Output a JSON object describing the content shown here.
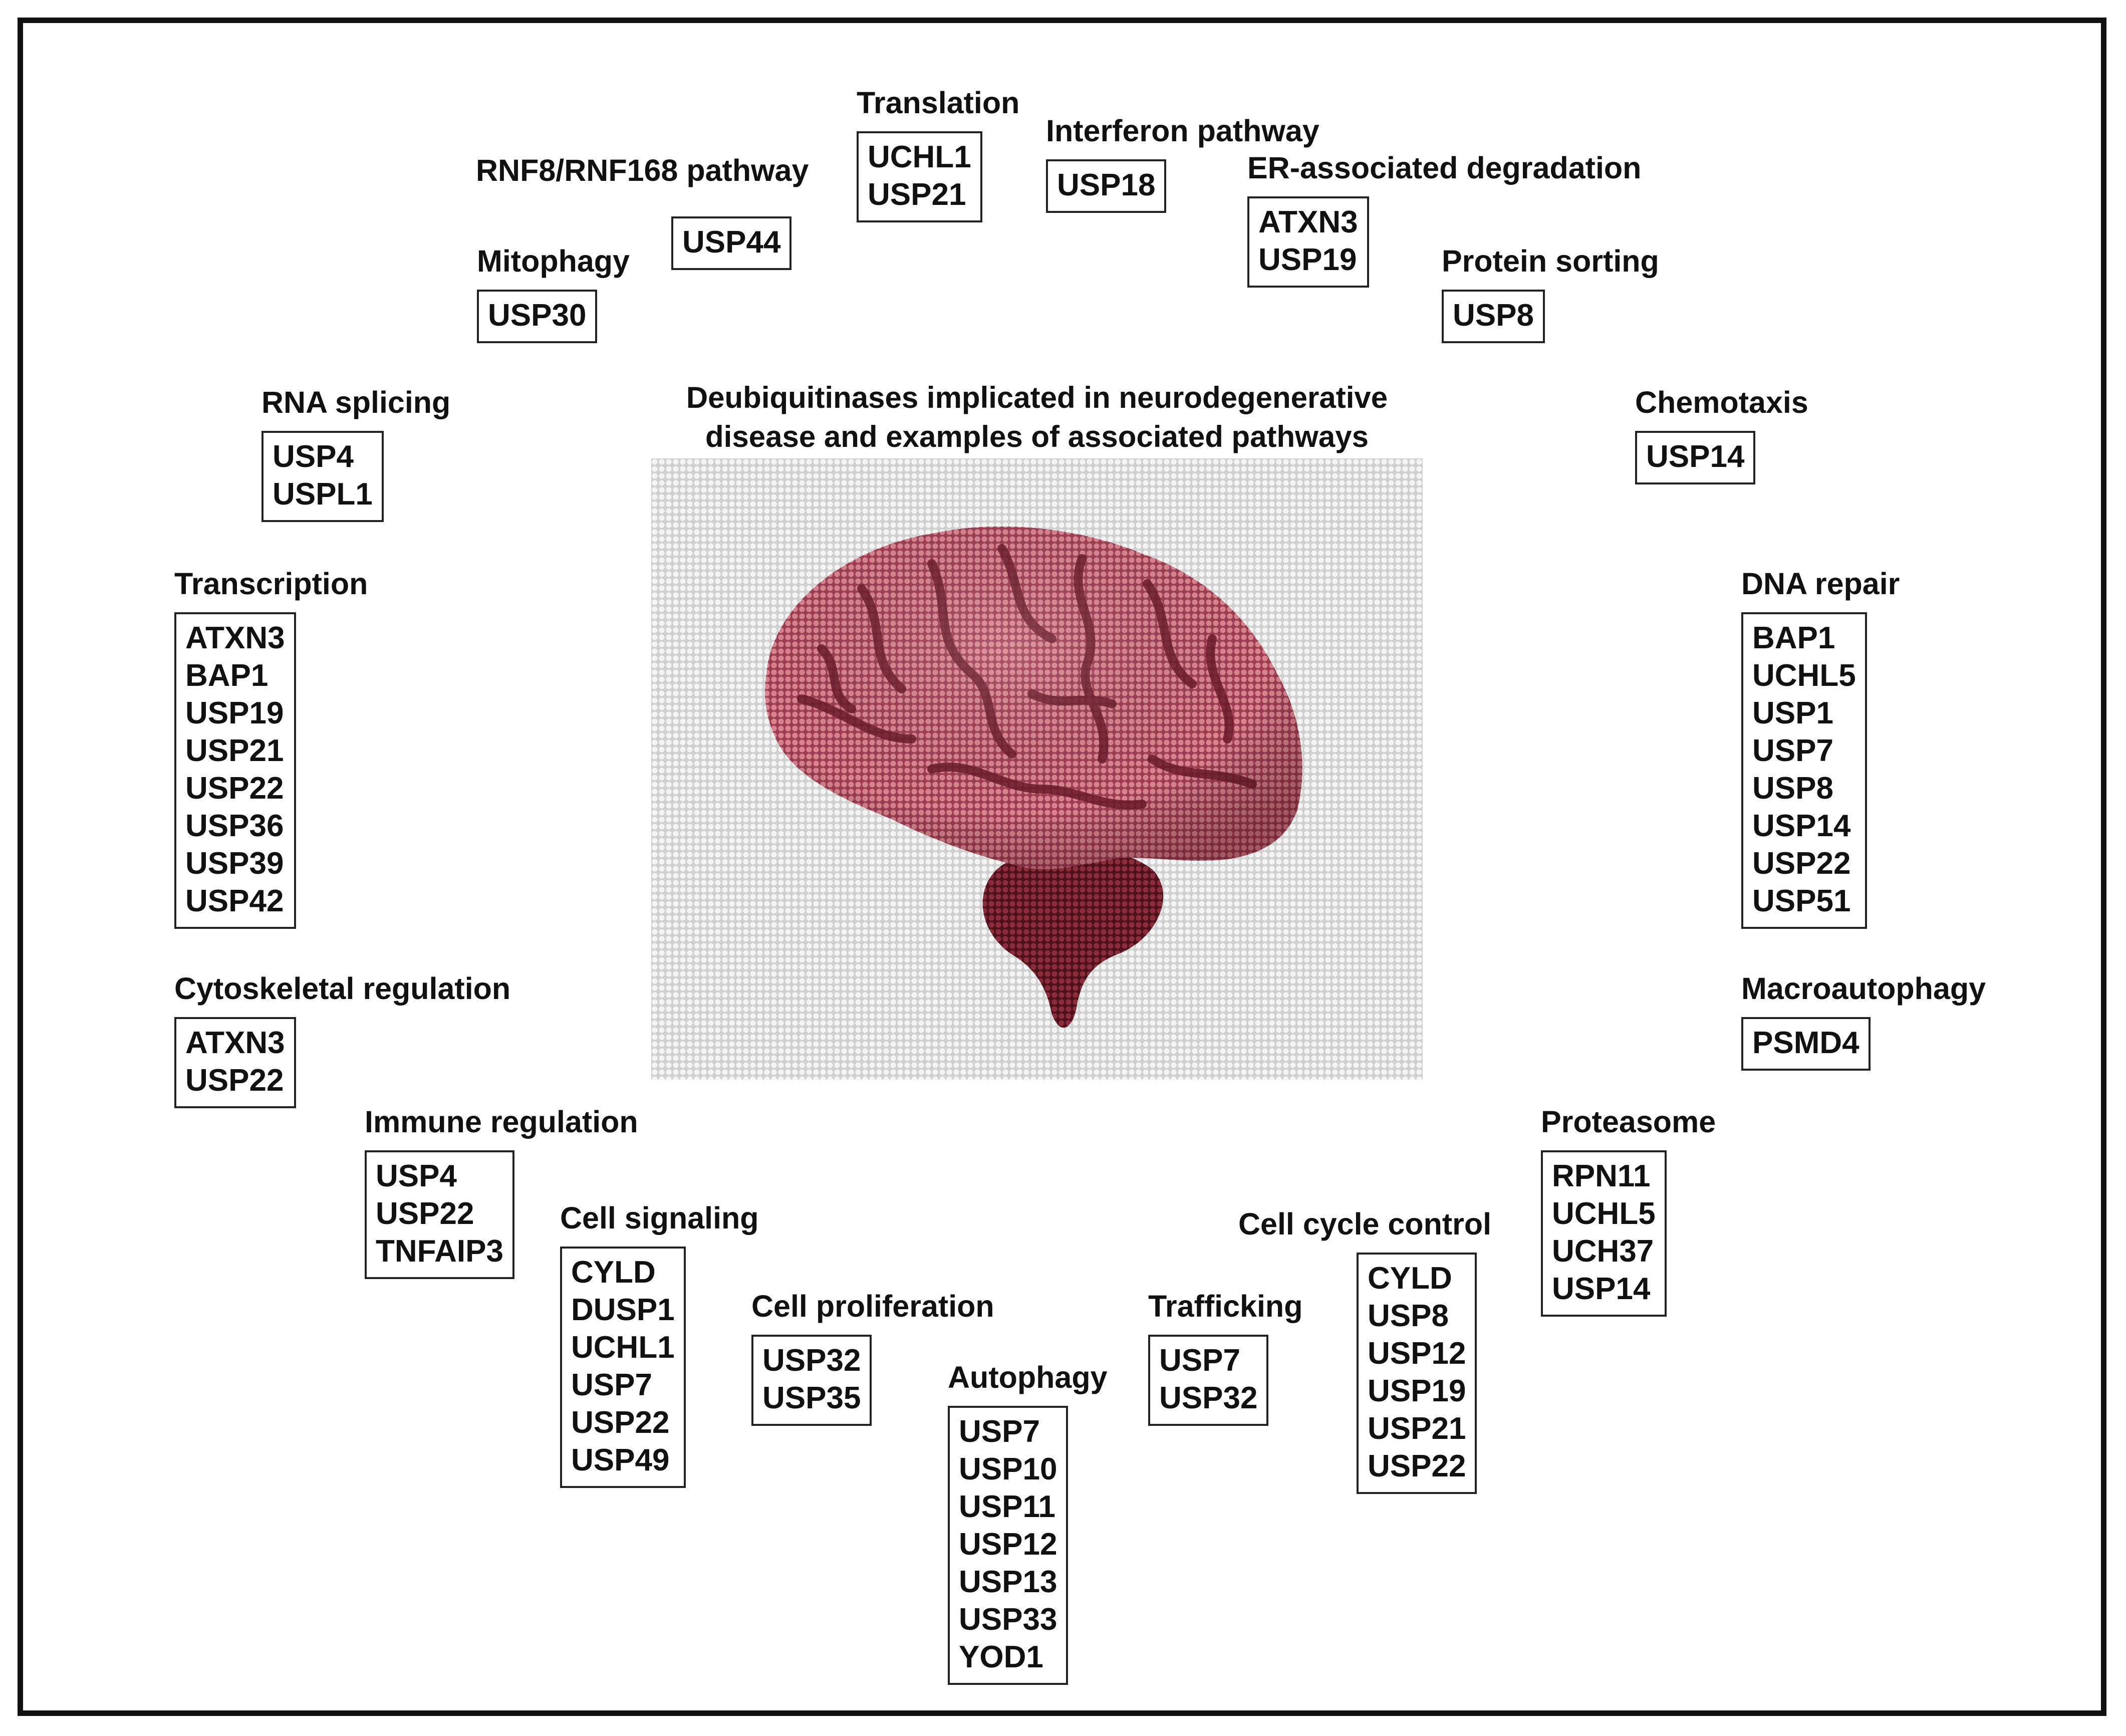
{
  "title": {
    "line1": "Deubiquitinases implicated in neurodegenerative",
    "line2": "disease and examples of associated pathways"
  },
  "colors": {
    "brain_pink": "#c86a7e",
    "brain_dark": "#7a1f30",
    "mosaic_bg": "#e4e4e4",
    "border": "#111111"
  },
  "pathways": {
    "translation": {
      "label": "Translation",
      "genes": [
        "UCHL1",
        "USP21"
      ]
    },
    "interferon": {
      "label": "Interferon pathway",
      "genes": [
        "USP18"
      ]
    },
    "rnf8": {
      "label": "RNF8/RNF168 pathway",
      "genes": [
        "USP44"
      ]
    },
    "erad": {
      "label": "ER-associated degradation",
      "genes": [
        "ATXN3",
        "USP19"
      ]
    },
    "mitophagy": {
      "label": "Mitophagy",
      "genes": [
        "USP30"
      ]
    },
    "protein_sorting": {
      "label": "Protein sorting",
      "genes": [
        "USP8"
      ]
    },
    "rna_splicing": {
      "label": "RNA splicing",
      "genes": [
        "USP4",
        "USPL1"
      ]
    },
    "chemotaxis": {
      "label": "Chemotaxis",
      "genes": [
        "USP14"
      ]
    },
    "transcription": {
      "label": "Transcription",
      "genes": [
        "ATXN3",
        "BAP1",
        "USP19",
        "USP21",
        "USP22",
        "USP36",
        "USP39",
        "USP42"
      ]
    },
    "dna_repair": {
      "label": "DNA repair",
      "genes": [
        "BAP1",
        "UCHL5",
        "USP1",
        "USP7",
        "USP8",
        "USP14",
        "USP22",
        "USP51"
      ]
    },
    "cytoskeletal": {
      "label": "Cytoskeletal regulation",
      "genes": [
        "ATXN3",
        "USP22"
      ]
    },
    "macroautophagy": {
      "label": "Macroautophagy",
      "genes": [
        "PSMD4"
      ]
    },
    "immune": {
      "label": "Immune regulation",
      "genes": [
        "USP4",
        "USP22",
        "TNFAIP3"
      ]
    },
    "proteasome": {
      "label": "Proteasome",
      "genes": [
        "RPN11",
        "UCHL5",
        "UCH37",
        "USP14"
      ]
    },
    "cell_signaling": {
      "label": "Cell signaling",
      "genes": [
        "CYLD",
        "DUSP1",
        "UCHL1",
        "USP7",
        "USP22",
        "USP49"
      ]
    },
    "cell_cycle": {
      "label": "Cell cycle control",
      "genes": [
        "CYLD",
        "USP8",
        "USP12",
        "USP19",
        "USP21",
        "USP22"
      ]
    },
    "cell_proliferation": {
      "label": "Cell proliferation",
      "genes": [
        "USP32",
        "USP35"
      ]
    },
    "trafficking": {
      "label": "Trafficking",
      "genes": [
        "USP7",
        "USP32"
      ]
    },
    "autophagy": {
      "label": "Autophagy",
      "genes": [
        "USP7",
        "USP10",
        "USP11",
        "USP12",
        "USP13",
        "USP33",
        "YOD1"
      ]
    }
  }
}
